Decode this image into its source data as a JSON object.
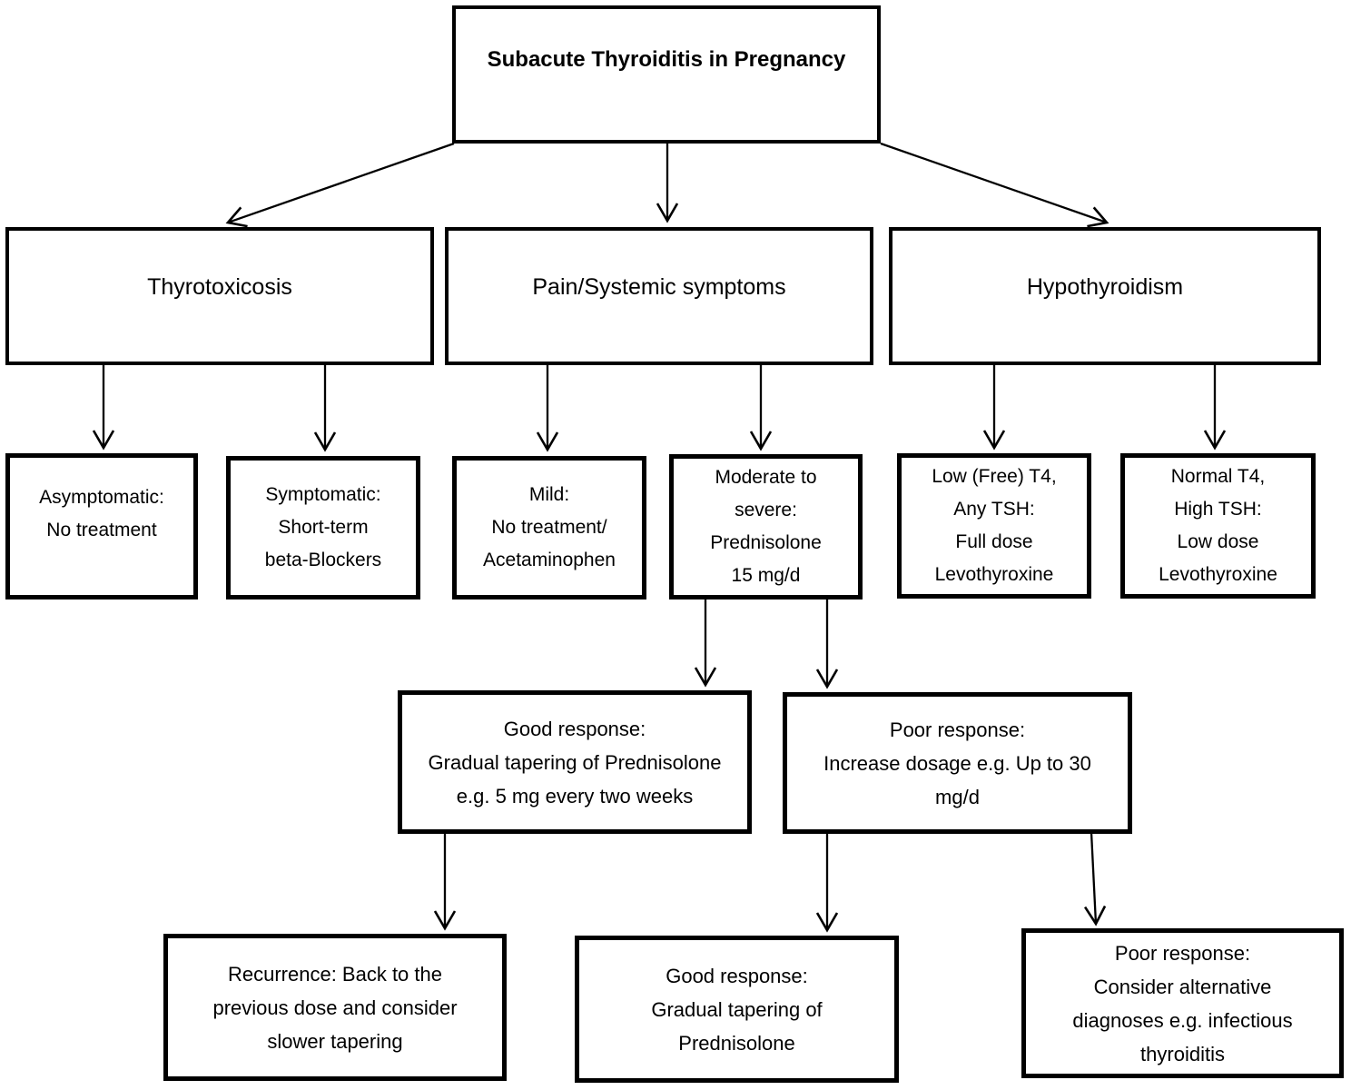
{
  "diagram": {
    "title": "Subacute Thyroiditis in Pregnancy",
    "colors": {
      "line": "#000000",
      "box_border": "#000000",
      "background": "#ffffff",
      "text": "#000000"
    },
    "nodes": {
      "root": "Subacute Thyroiditis in Pregnancy",
      "thyrotoxicosis": "Thyrotoxicosis",
      "pain_systemic": "Pain/Systemic symptoms",
      "hypothyroidism": "Hypothyroidism",
      "asymptomatic": "Asymptomatic:\nNo treatment",
      "symptomatic": "Symptomatic:\nShort-term\nbeta-Blockers",
      "mild": "Mild:\nNo treatment/\nAcetaminophen",
      "moderate_severe": "Moderate to\nsevere:\nPrednisolone\n15 mg/d",
      "low_free_t4": "Low (Free) T4,\nAny TSH:\nFull dose\nLevothyroxine",
      "normal_t4": "Normal T4,\nHigh TSH:\nLow dose\nLevothyroxine",
      "good_response_1": "Good response:\nGradual tapering of Prednisolone\ne.g. 5 mg every two weeks",
      "poor_response_1": "Poor response:\nIncrease dosage e.g. Up to 30\nmg/d",
      "recurrence": "Recurrence: Back to the\nprevious dose and consider\nslower tapering",
      "good_response_2": "Good response:\nGradual tapering of\nPrednisolone",
      "poor_response_2": "Poor response:\nConsider alternative\ndiagnoses e.g. infectious\nthyroiditis"
    }
  }
}
